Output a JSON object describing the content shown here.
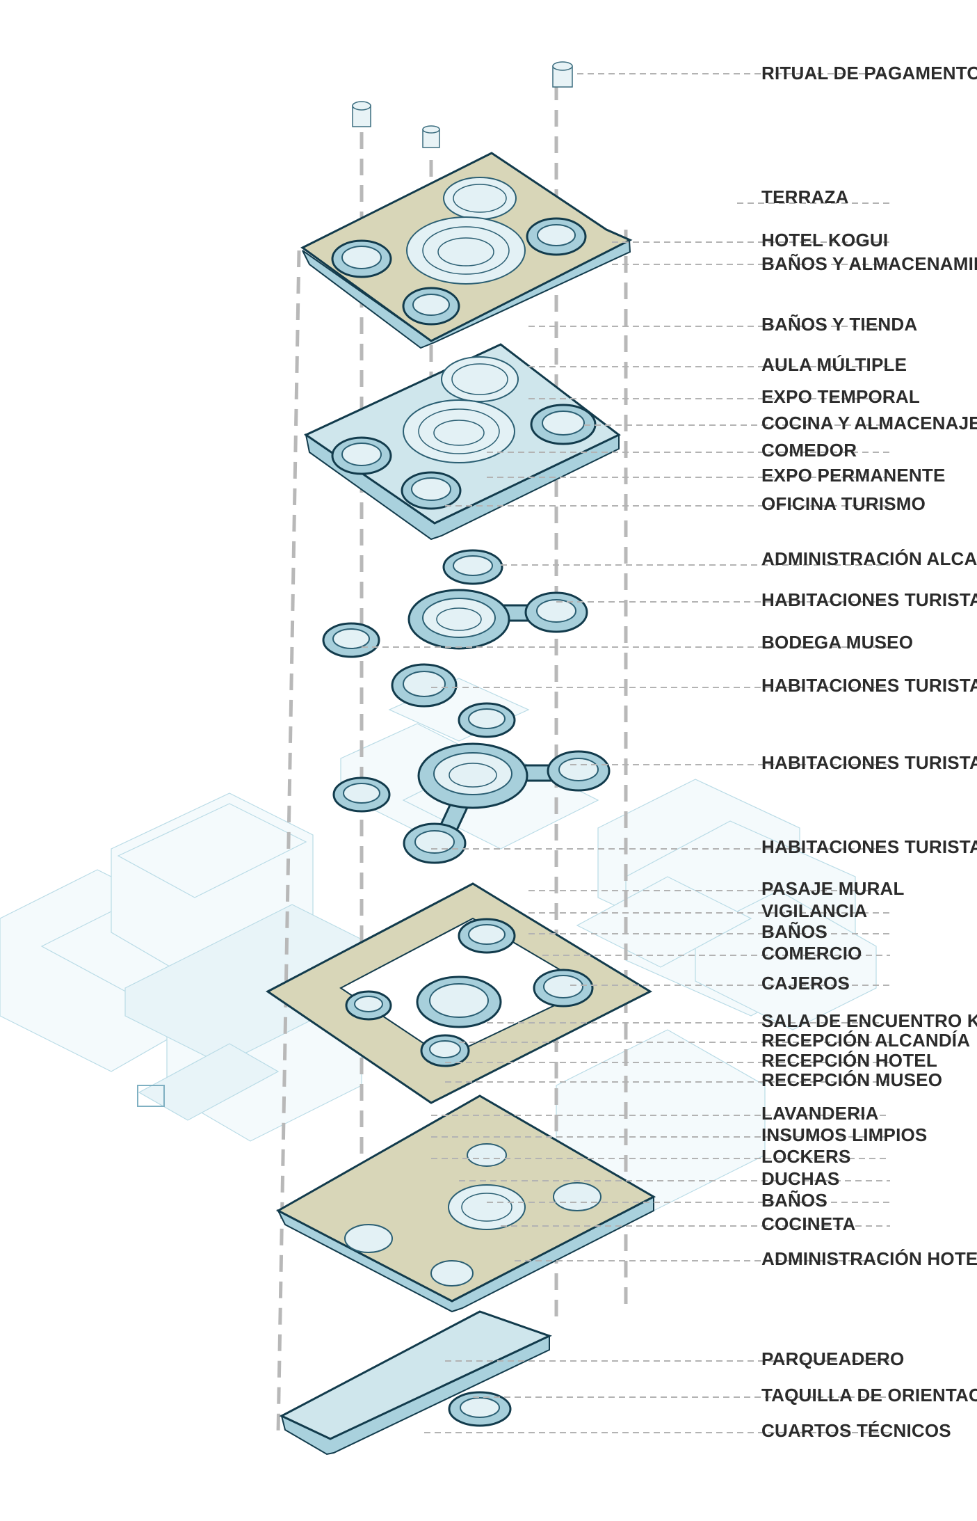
{
  "labels": [
    "RITUAL DE PAGAMENTO",
    "TERRAZA",
    "HOTEL KOGUI",
    "BAÑOS Y ALMACENAMIENTO",
    "BAÑOS Y TIENDA",
    "AULA MÚLTIPLE",
    "EXPO TEMPORAL",
    "COCINA Y ALMACENAJE",
    "COMEDOR",
    "EXPO PERMANENTE",
    "OFICINA TURISMO",
    "ADMINISTRACIÓN ALCALDÍA",
    "HABITACIONES TURISTA",
    "BODEGA MUSEO",
    "HABITACIONES TURISTA",
    "HABITACIONES TURISTA",
    "HABITACIONES TURISTA",
    "PASAJE MURAL",
    "VIGILANCIA",
    "BAÑOS",
    "COMERCIO",
    "CAJEROS",
    "SALA DE ENCUENTRO KOGUI",
    "RECEPCIÓN ALCANDÍA",
    "RECEPCIÓN HOTEL",
    "RECEPCIÓN MUSEO",
    "LAVANDERIA",
    "INSUMOS LIMPIOS",
    "LOCKERS",
    "DUCHAS",
    "BAÑOS",
    "COCINETA",
    "ADMINISTRACIÓN HOTEL",
    "PARQUEADERO",
    "TAQUILLA DE ORIENTACIÓN",
    "CUARTOS TÉCNICOS"
  ],
  "colors": {
    "label_text": "#2b2b2b",
    "leader": "#b3b3b3",
    "slab_blue": "#cfe6ec",
    "slab_tan": "#d8d6b8",
    "outline": "#123b4c",
    "context": "#b9dbe6"
  }
}
